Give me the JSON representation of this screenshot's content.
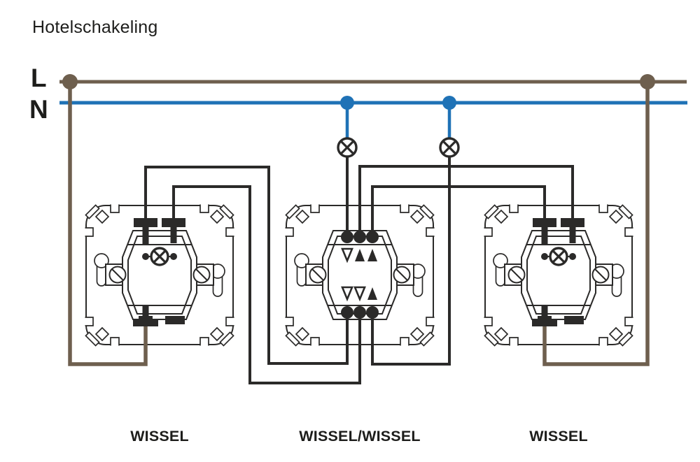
{
  "title": "Hotelschakeling",
  "rails": {
    "l_label": "L",
    "n_label": "N"
  },
  "colors": {
    "brown": "#6e5f4e",
    "blue": "#1f72b6",
    "black": "#2b2a29",
    "text": "#1d1d1b",
    "background": "#ffffff"
  },
  "switches": [
    {
      "position": "left",
      "label": "WISSEL"
    },
    {
      "position": "middle",
      "label": "WISSEL/WISSEL"
    },
    {
      "position": "right",
      "label": "WISSEL"
    }
  ],
  "lamps": [
    {
      "name": "lamp-1"
    },
    {
      "name": "lamp-2"
    }
  ]
}
